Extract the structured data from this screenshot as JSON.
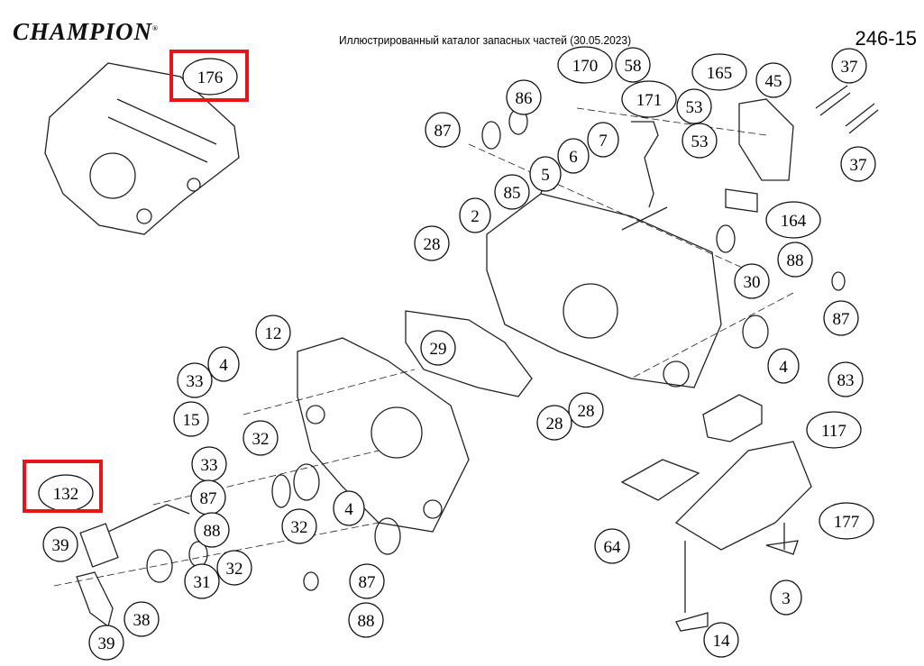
{
  "header": {
    "brand": "CHAMPION",
    "title": "Иллюстрированный каталог запасных частей (30.05.2023)",
    "page": "246-15"
  },
  "highlight_color": "#e8141b",
  "highlighted": [
    "176",
    "132"
  ],
  "callouts": [
    "176",
    "170",
    "58",
    "86",
    "87",
    "171",
    "53",
    "53",
    "165",
    "45",
    "37",
    "37",
    "7",
    "6",
    "5",
    "85",
    "2",
    "164",
    "28",
    "30",
    "88",
    "87",
    "12",
    "29",
    "4",
    "83",
    "4",
    "33",
    "15",
    "28",
    "28",
    "117",
    "32",
    "33",
    "132",
    "87",
    "4",
    "177",
    "32",
    "88",
    "64",
    "39",
    "32",
    "31",
    "87",
    "3",
    "38",
    "88",
    "39",
    "14"
  ]
}
